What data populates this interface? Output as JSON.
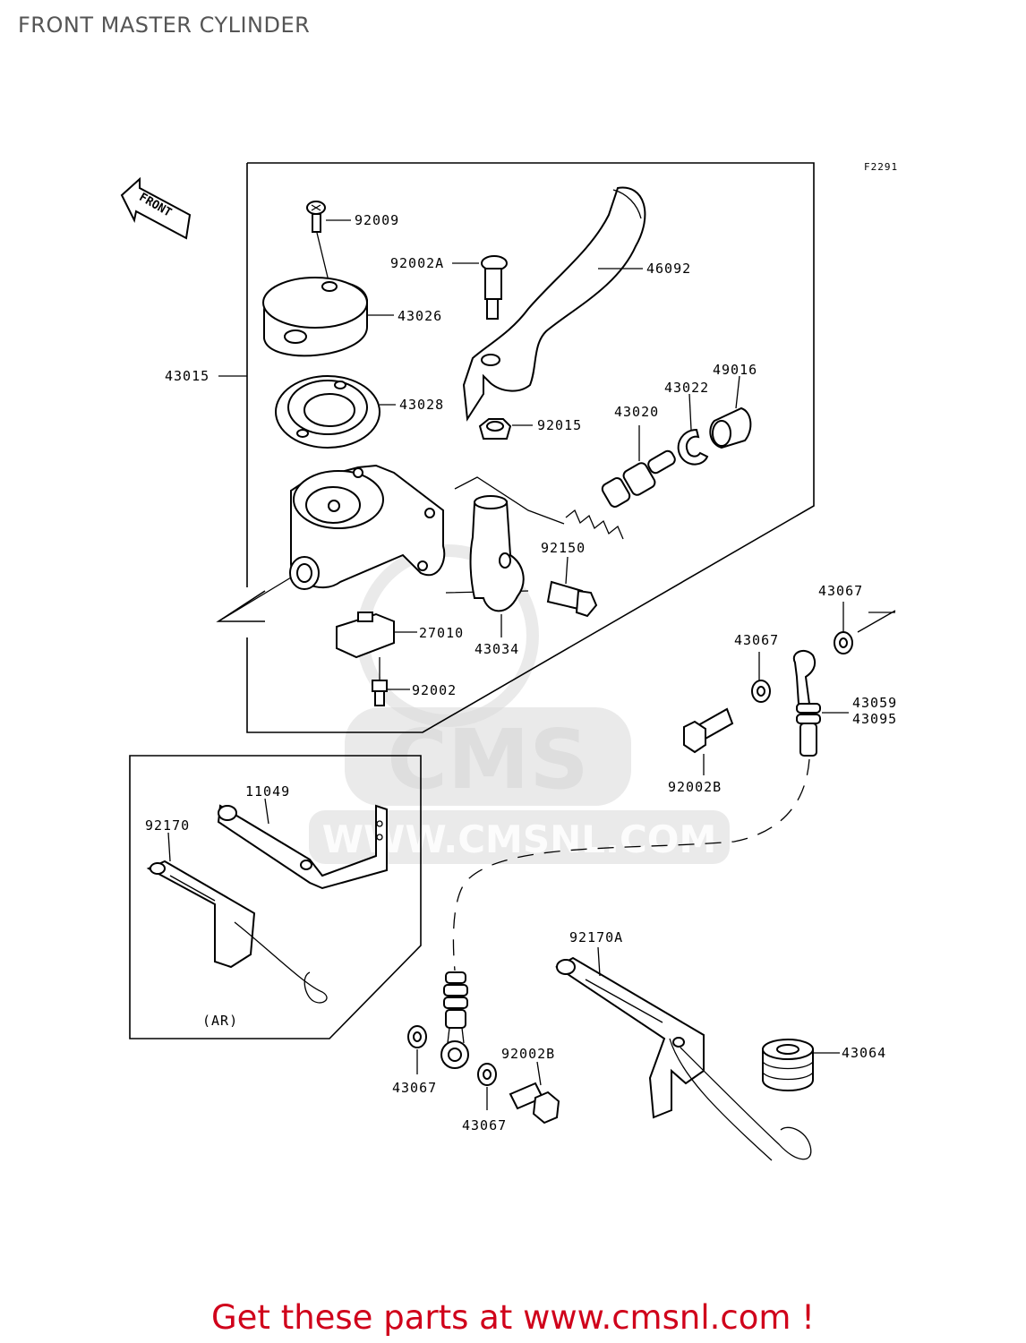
{
  "title": "FRONT MASTER CYLINDER",
  "figure_code": "F2291",
  "orientation_label": "FRONT",
  "variant_label": "(AR)",
  "watermark": {
    "brand": "CMS",
    "url": "WWW.CMSNL.COM"
  },
  "callouts": {
    "p92009": "92009",
    "p92002A": "92002A",
    "p46092": "46092",
    "p43026": "43026",
    "p43015": "43015",
    "p43028": "43028",
    "p49016": "49016",
    "p43022": "43022",
    "p92015": "92015",
    "p43020": "43020",
    "p92150": "92150",
    "p27010": "27010",
    "p43034": "43034",
    "p92002": "92002",
    "p43067_a": "43067",
    "p43067_b": "43067",
    "p43059": "43059",
    "p43095": "43095",
    "p92002B_a": "92002B",
    "p11049": "11049",
    "p92170": "92170",
    "p92170A": "92170A",
    "p43064": "43064",
    "p43067_c": "43067",
    "p92002B_b": "92002B",
    "p43067_d": "43067"
  },
  "footer": "Get these parts at www.cmsnl.com !",
  "colors": {
    "title": "#555555",
    "footer": "#d0021b",
    "line": "#000000",
    "watermark": "#d9d9d9"
  }
}
